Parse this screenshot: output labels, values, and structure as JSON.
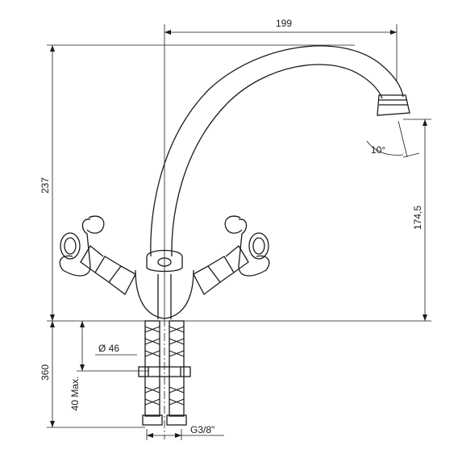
{
  "dimensions": {
    "width_199": "199",
    "height_237": "237",
    "height_174_5": "174,5",
    "angle_10": "10°",
    "diameter_46": "Ø 46",
    "length_360": "360",
    "max_40": "40 Max.",
    "thread": "G3/8\""
  },
  "colors": {
    "line": "#1a1a1a",
    "background": "#ffffff"
  }
}
